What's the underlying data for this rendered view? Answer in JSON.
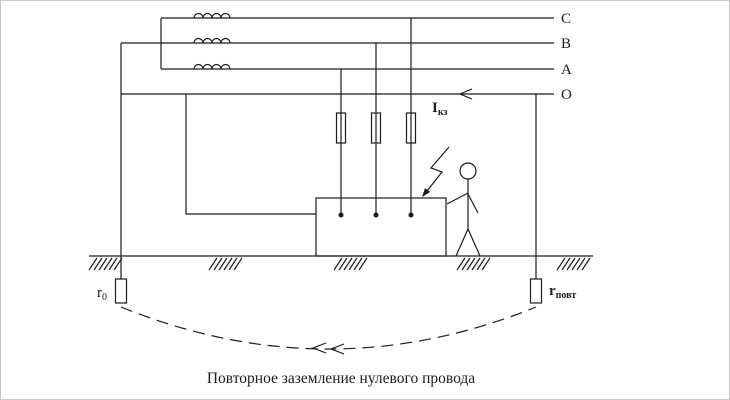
{
  "diagram": {
    "caption": "Повторное заземление нулевого провода",
    "phase_labels": {
      "c": "С",
      "b": "В",
      "a": "А",
      "o": "О"
    },
    "current_label": {
      "base": "I",
      "sub": "кз"
    },
    "ground_resistance_left": {
      "base": "r",
      "sub": "0"
    },
    "ground_resistance_right": {
      "base": "r",
      "sub": "повт"
    },
    "colors": {
      "line": "#1c1c1c",
      "background": "#ffffff",
      "border": "#c9c9c9"
    }
  }
}
